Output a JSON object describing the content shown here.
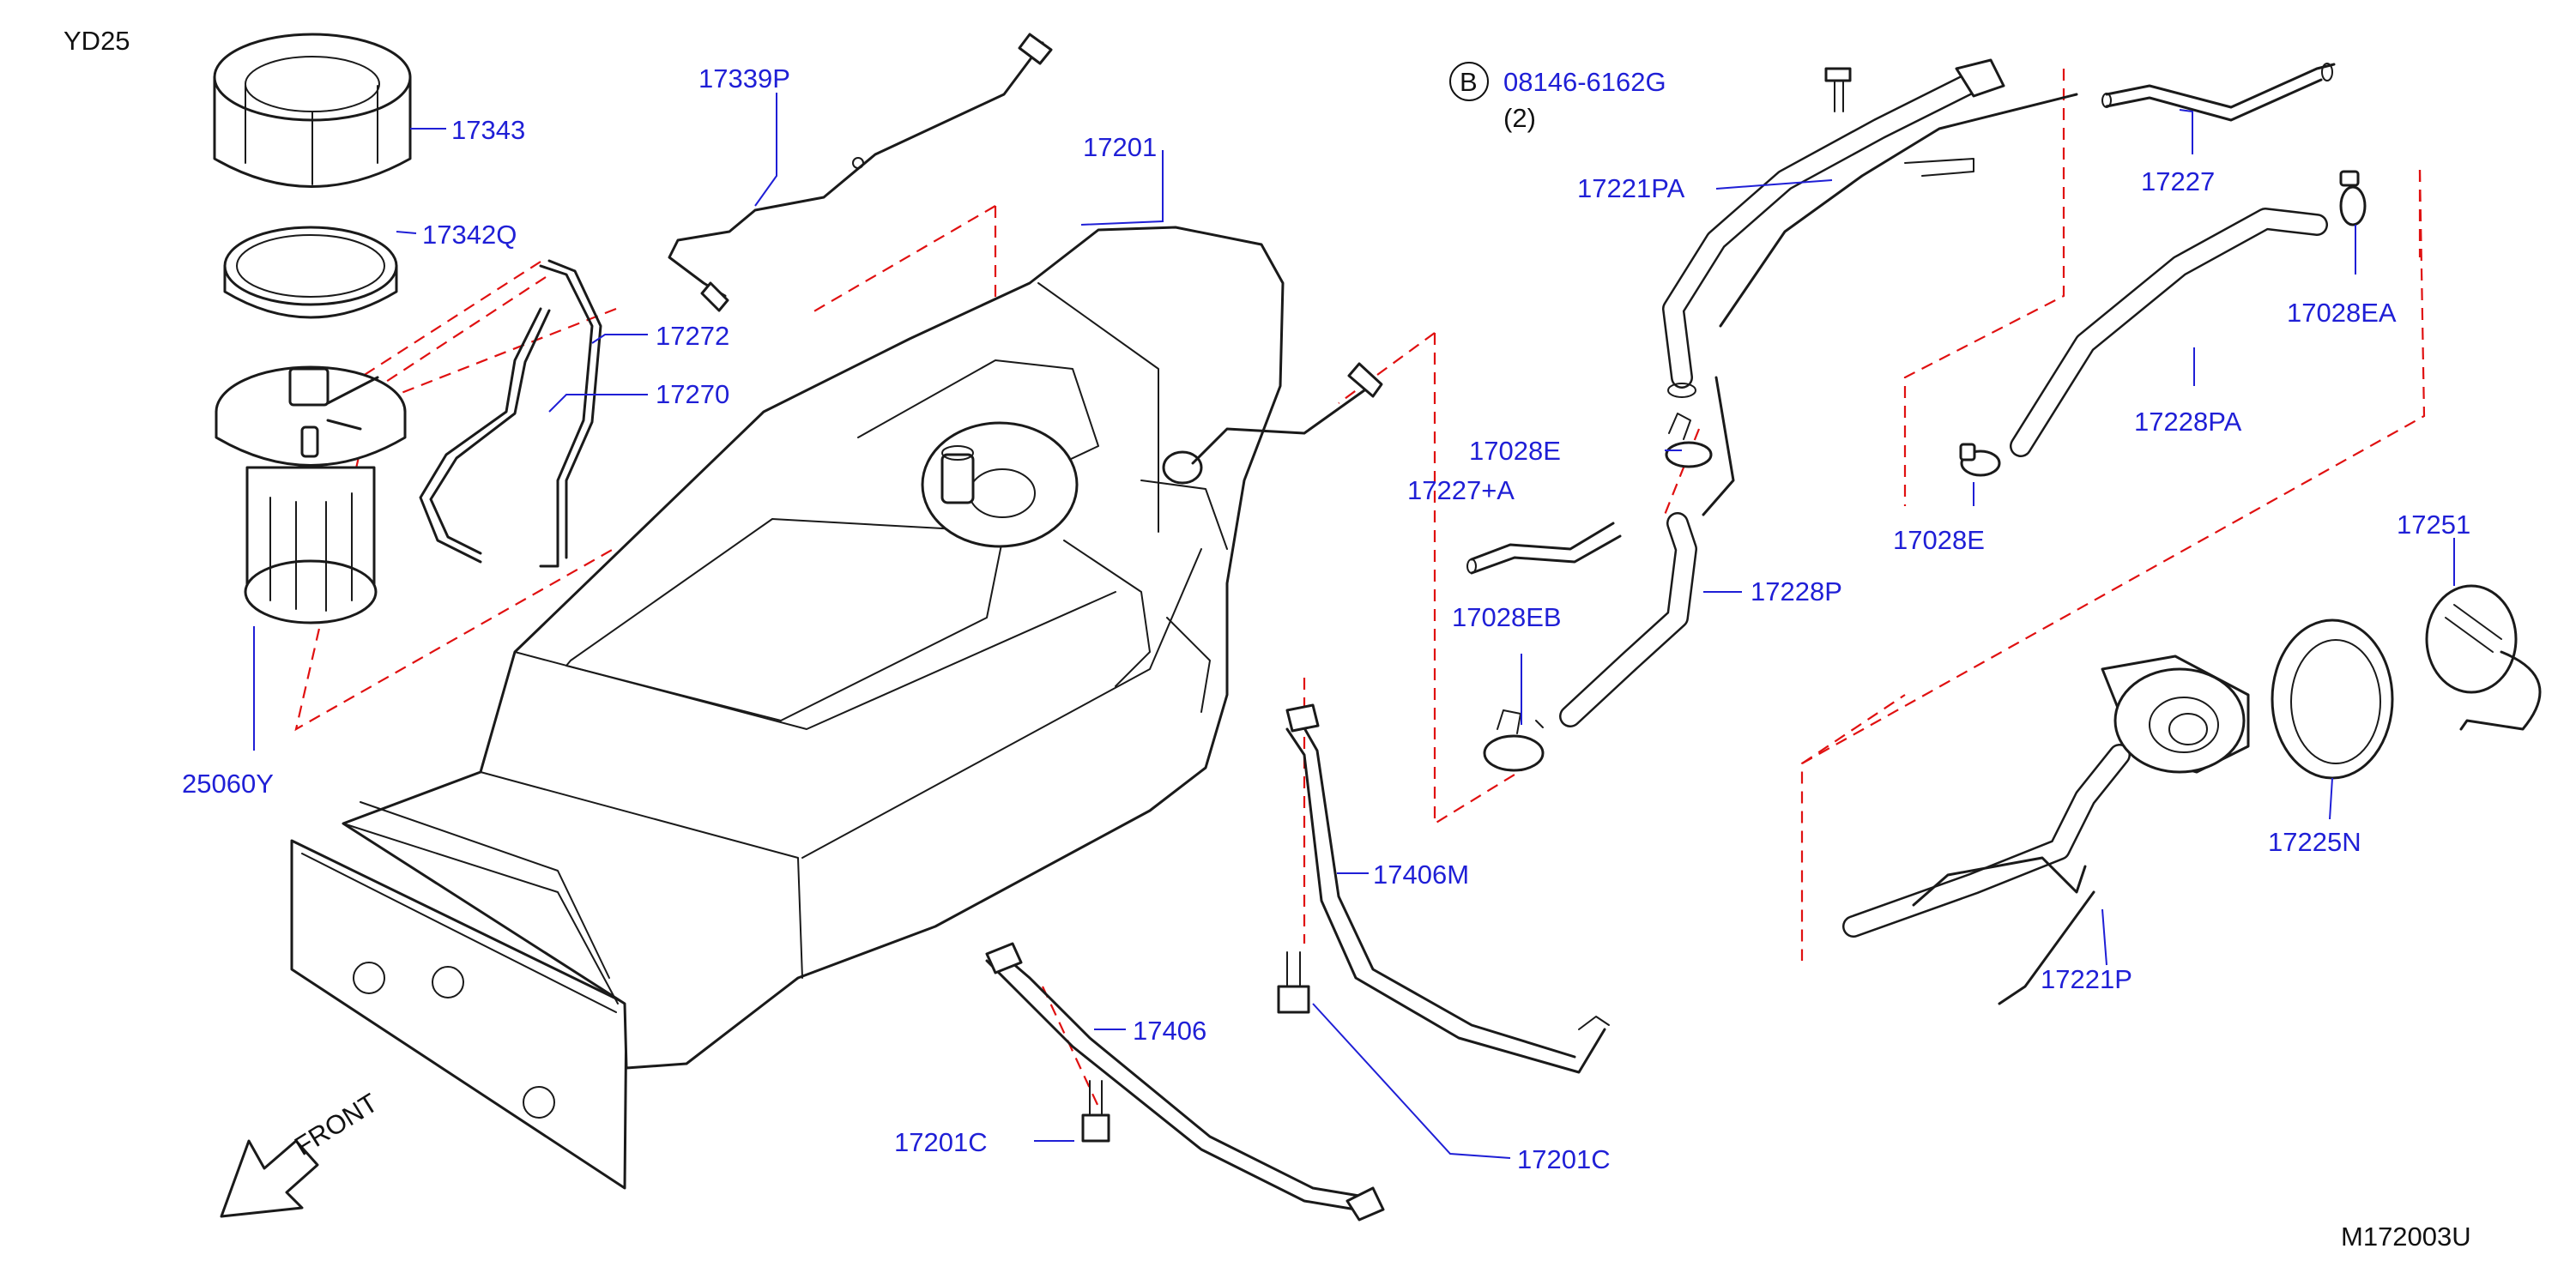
{
  "engine_code": "YD25",
  "diagram_id": "M172003U",
  "front_indicator": "FRONT",
  "bolt_callout": {
    "symbol": "B",
    "part_number": "08146-6162G",
    "quantity": "(2)"
  },
  "parts": {
    "p17343": "17343",
    "p17342q": "17342Q",
    "p17339p": "17339P",
    "p17201": "17201",
    "p17272": "17272",
    "p17270": "17270",
    "p25060y": "25060Y",
    "p17221pa": "17221PA",
    "p17227": "17227",
    "p17028ea": "17028EA",
    "p17228pa": "17228PA",
    "p17028e_top": "17028E",
    "p17227a": "17227+A",
    "p17028e_right": "17028E",
    "p17228p": "17228P",
    "p17028eb": "17028EB",
    "p17251": "17251",
    "p17225n": "17225N",
    "p17221p": "17221P",
    "p17406m": "17406M",
    "p17406": "17406",
    "p17201c_left": "17201C",
    "p17201c_right": "17201C"
  }
}
